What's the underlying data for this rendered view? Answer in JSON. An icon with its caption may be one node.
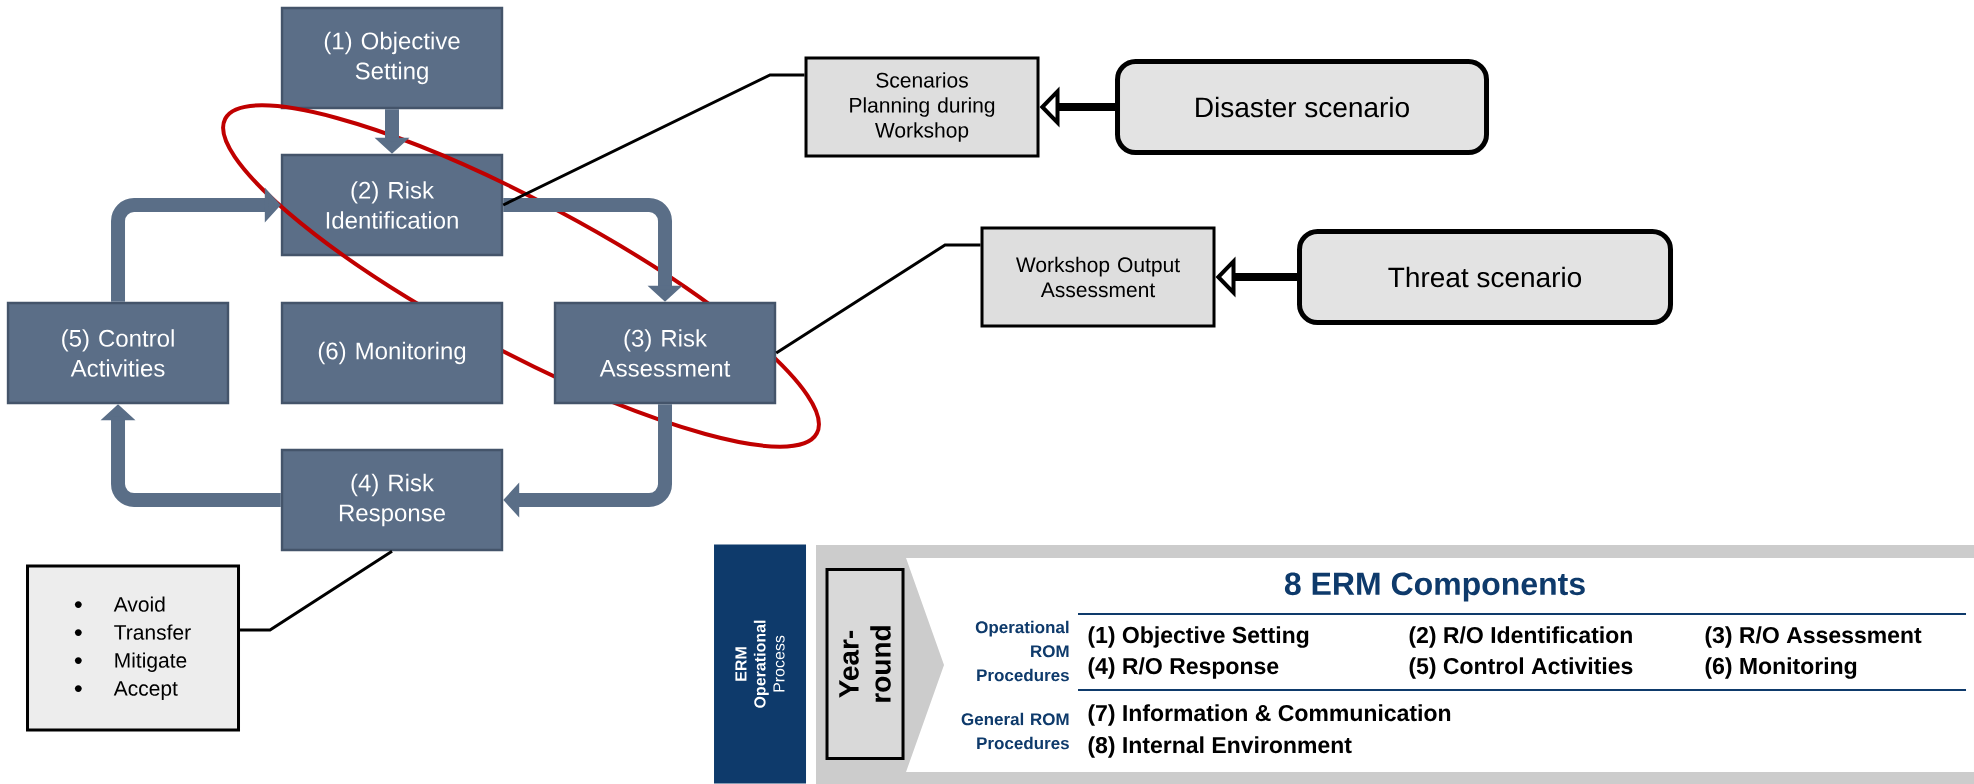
{
  "diagram": {
    "nodes": [
      {
        "text": [
          "(1) Objective Setting"
        ]
      },
      {
        "text": [
          "Scenarios Planning during Workshop"
        ]
      },
      {
        "text": [
          "Disaster scenario"
        ]
      },
      {
        "text": [
          "(2) Risk Identification"
        ]
      },
      {
        "text": [
          "Workshop Output Assessment"
        ]
      },
      {
        "text": [
          "Threat scenario"
        ]
      },
      {
        "text": [
          "(5) Control Activities"
        ]
      },
      {
        "text": [
          "(6) Monitoring"
        ]
      },
      {
        "text": [
          "(3) Risk Assessment"
        ]
      },
      {
        "text": [
          "(4) Risk Response"
        ]
      },
      {
        "text": [
          "Avoid",
          "Transfer",
          "Mitigate",
          "Accept"
        ]
      },
      {
        "text": [
          "**ERM Operational** Process"
        ]
      },
      {
        "text": [
          "Year-round"
        ]
      }
    ],
    "edges": [
      {
        "from": 0,
        "to": 3,
        "arrow": "to",
        "color": "#5a6e87"
      },
      {
        "from": 3,
        "to": 8,
        "arrow": "to",
        "color": "#5a6e87"
      },
      {
        "from": 8,
        "to": 9,
        "arrow": "to",
        "color": "#5a6e87"
      },
      {
        "from": 9,
        "to": 6,
        "arrow": "to",
        "color": "#5a6e87"
      },
      {
        "from": 6,
        "to": 3,
        "arrow": "to",
        "color": "#5a6e87"
      },
      {
        "from": 2,
        "to": 1,
        "arrow": "to",
        "color": "#000000"
      },
      {
        "from": 5,
        "to": 4,
        "arrow": "to",
        "color": "#000000"
      },
      {
        "from": 3,
        "to": 1,
        "arrow": "none",
        "color": "#000000"
      },
      {
        "from": 8,
        "to": 4,
        "arrow": "none",
        "color": "#000000"
      },
      {
        "from": 9,
        "to": 10,
        "arrow": "none",
        "color": "#000000"
      }
    ],
    "labels": [
      "8 ERM Components",
      "Operational ROM Procedures",
      "(1) Objective Setting",
      "(2) R/O Identification",
      "(3) R/O Assessment",
      "(4) R/O Response",
      "(5) Control Activities",
      "(6) Monitoring",
      "General ROM Procedures",
      "(7) Information & Communication",
      "(8) Internal Environment"
    ]
  }
}
